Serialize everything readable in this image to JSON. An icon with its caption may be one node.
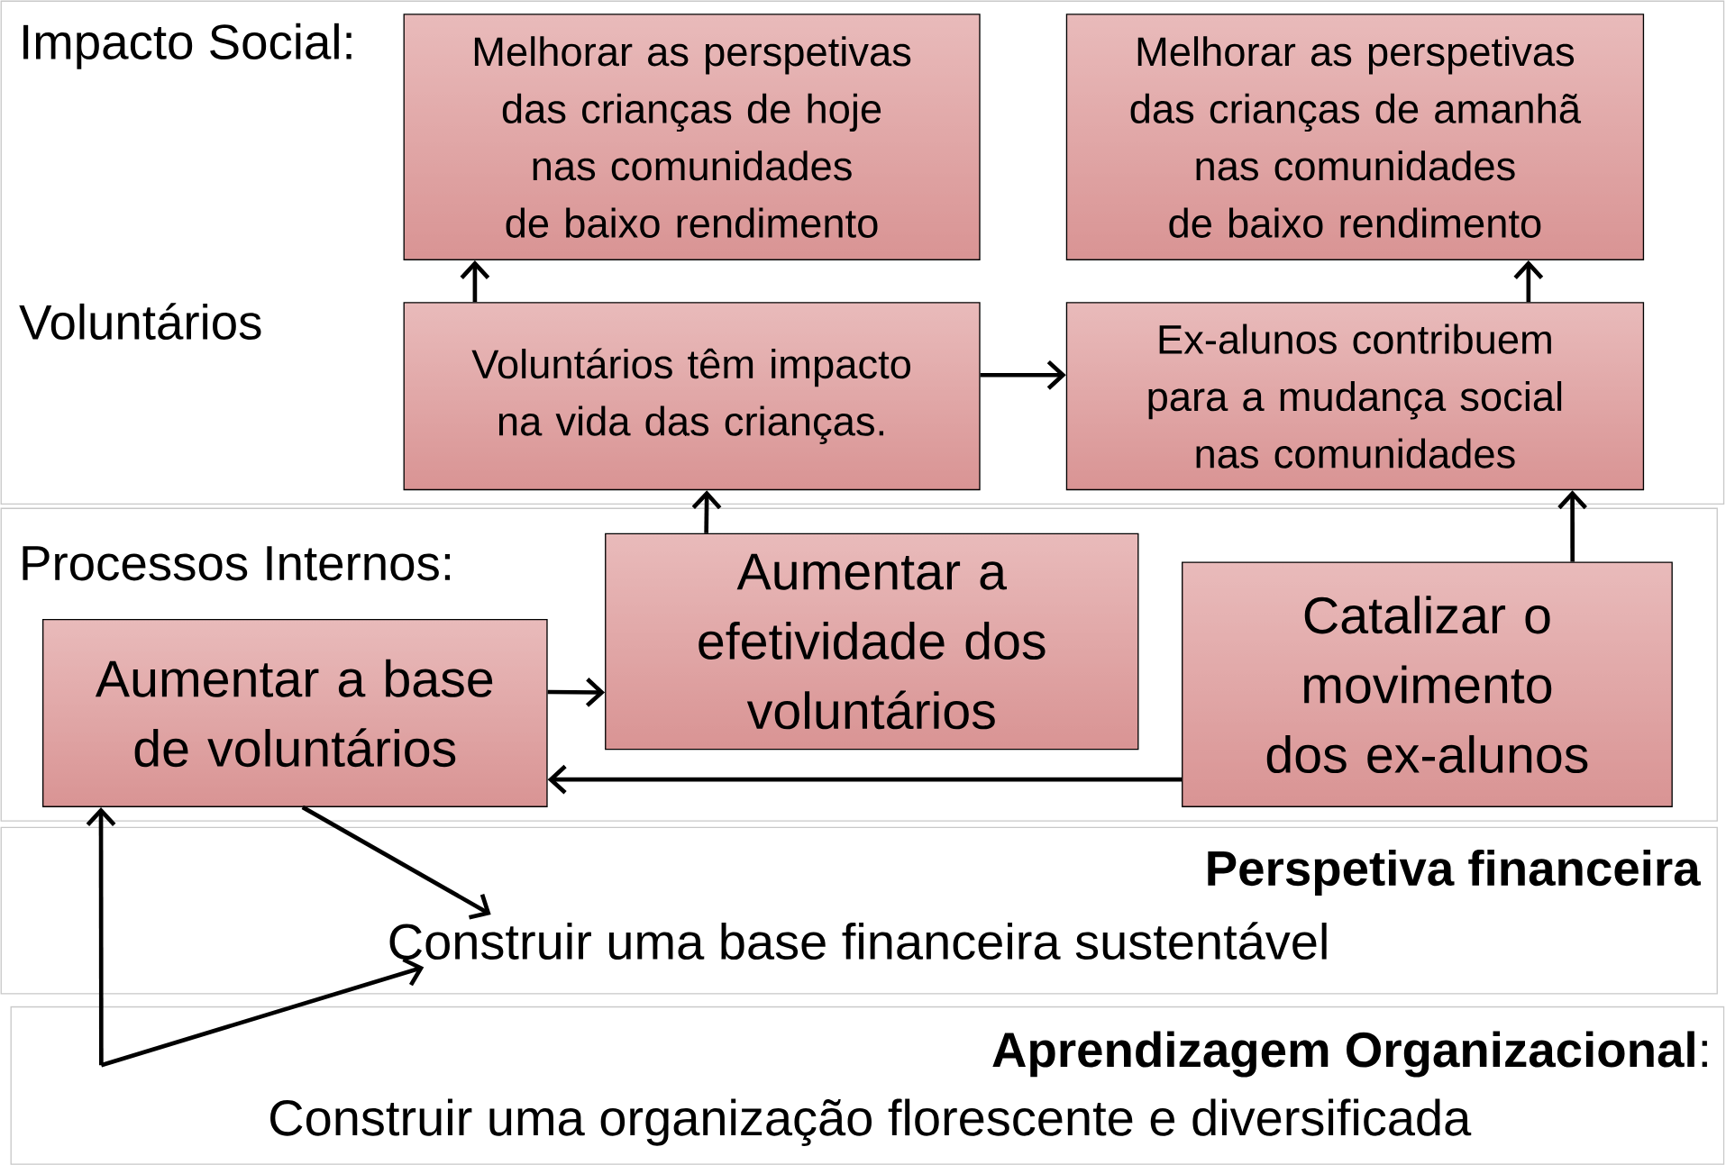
{
  "diagram": {
    "nodes": [
      {
        "text": [
          "Impacto Social:",
          "Voluntários"
        ]
      },
      {
        "text": [
          "Melhorar as perspetivas das crianças de hoje nas comunidades de baixo rendimento"
        ],
        "in": 0
      },
      {
        "text": [
          "Melhorar as perspetivas das crianças de amanhã nas comunidades de baixo rendimento"
        ],
        "in": 0
      },
      {
        "text": [
          "Voluntários têm impacto na vida das crianças."
        ],
        "in": 0
      },
      {
        "text": [
          "Ex-alunos contribuem para a mudança social nas comunidades"
        ],
        "in": 0
      },
      {
        "text": [
          "Processos Internos:"
        ]
      },
      {
        "text": [
          "Aumentar a base de voluntários"
        ],
        "in": 5
      },
      {
        "text": [
          "Aumentar a efetividade dos voluntários"
        ],
        "in": 5
      },
      {
        "text": [
          "Catalizar o movimento dos ex-alunos"
        ],
        "in": 5
      },
      {
        "text": [
          "Perspetiva financeira"
        ]
      },
      {
        "text": [
          "Construir uma base financeira sustentável"
        ],
        "in": 9
      },
      {
        "text": [
          "**Aprendizagem Organizacional**:"
        ]
      },
      {
        "text": [
          "Construir uma organização florescente e diversificada"
        ],
        "in": 11
      }
    ],
    "edges": [
      {
        "from": 3,
        "to": 1,
        "arrow": "to"
      },
      {
        "from": 4,
        "to": 2,
        "arrow": "to"
      },
      {
        "from": 3,
        "to": 4,
        "arrow": "to"
      },
      {
        "from": 7,
        "to": 3,
        "arrow": "to"
      },
      {
        "from": 8,
        "to": 4,
        "arrow": "to"
      },
      {
        "from": 6,
        "to": 7,
        "arrow": "to"
      },
      {
        "from": 8,
        "to": 6,
        "arrow": "to"
      },
      {
        "from": 6,
        "to": 10,
        "arrow": "to"
      },
      {
        "from": null,
        "to": 6,
        "arrow": "to"
      },
      {
        "from": null,
        "to": 10,
        "arrow": "to"
      }
    ]
  }
}
